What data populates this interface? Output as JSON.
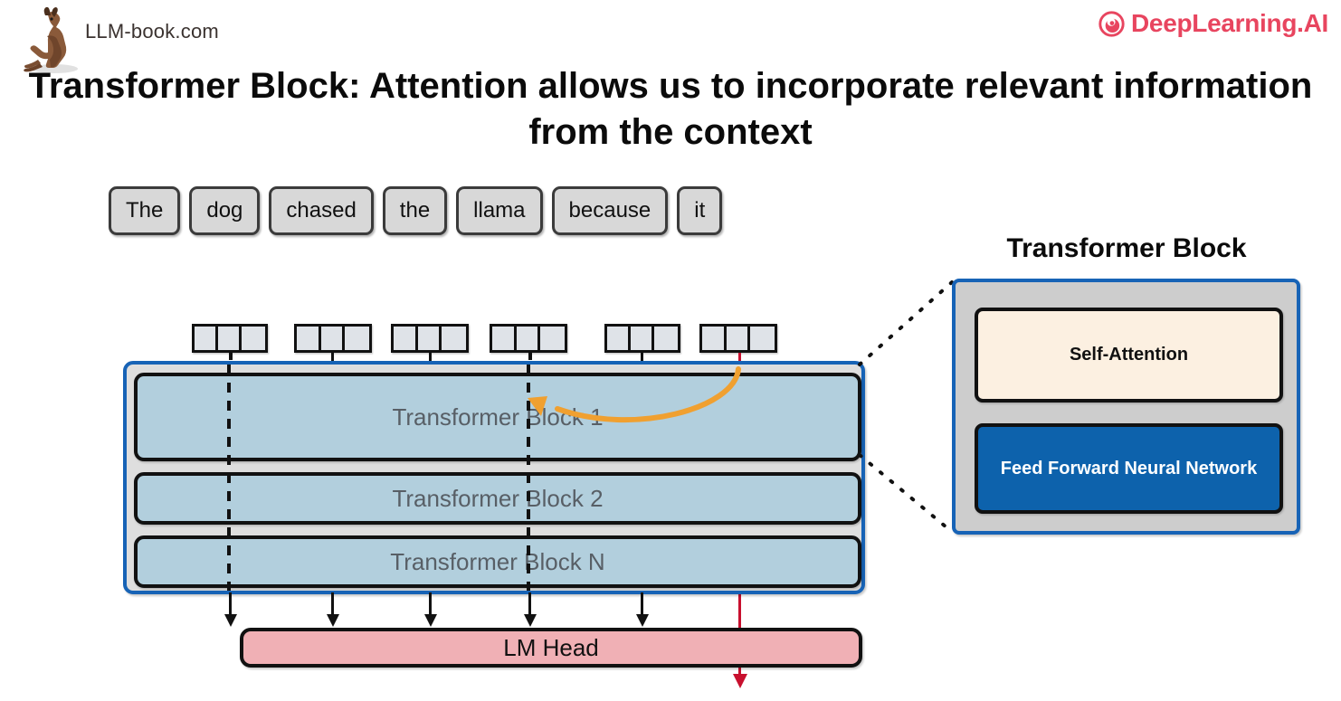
{
  "header": {
    "site_label": "LLM-book.com",
    "brand_logo_text": "DeepLearning.AI",
    "brand_color": "#e8455f",
    "kangaroo_icon": "kangaroo-icon",
    "brand_mark_icon": "deeplearning-spiral-icon"
  },
  "title": "Transformer Block: Attention allows us to incorporate relevant information from the context",
  "tokens": [
    {
      "text": "The"
    },
    {
      "text": "dog"
    },
    {
      "text": "chased"
    },
    {
      "text": "the"
    },
    {
      "text": "llama"
    },
    {
      "text": "because"
    },
    {
      "text": "it"
    }
  ],
  "embeddings": {
    "count": 6,
    "cells_per_vector": 3,
    "fill_color": "#dfe3e8",
    "border_color": "#111111"
  },
  "stack": {
    "outline_color": "#1763b6",
    "background": "#dedede",
    "blocks": [
      {
        "label": "Transformer Block 1"
      },
      {
        "label": "Transformer Block 2"
      },
      {
        "label": "Transformer Block N"
      }
    ],
    "block_fill": "#b2cfdd",
    "label_color": "#585f66"
  },
  "lm_head": {
    "label": "LM Head",
    "fill": "#f0b0b5"
  },
  "attention_arrow": {
    "color": "#f0a030",
    "from_token": "it",
    "to_token": "the"
  },
  "active_stream": {
    "color": "#c8102e",
    "token": "it"
  },
  "detail_panel": {
    "title": "Transformer Block",
    "outline_color": "#1763b6",
    "background": "#cdcdcd",
    "items": [
      {
        "label": "Self-Attention",
        "fill": "#fcf0e1",
        "text_color": "#111111"
      },
      {
        "label": "Feed Forward Neural Network",
        "fill": "#0d62ac",
        "text_color": "#ffffff"
      }
    ]
  }
}
